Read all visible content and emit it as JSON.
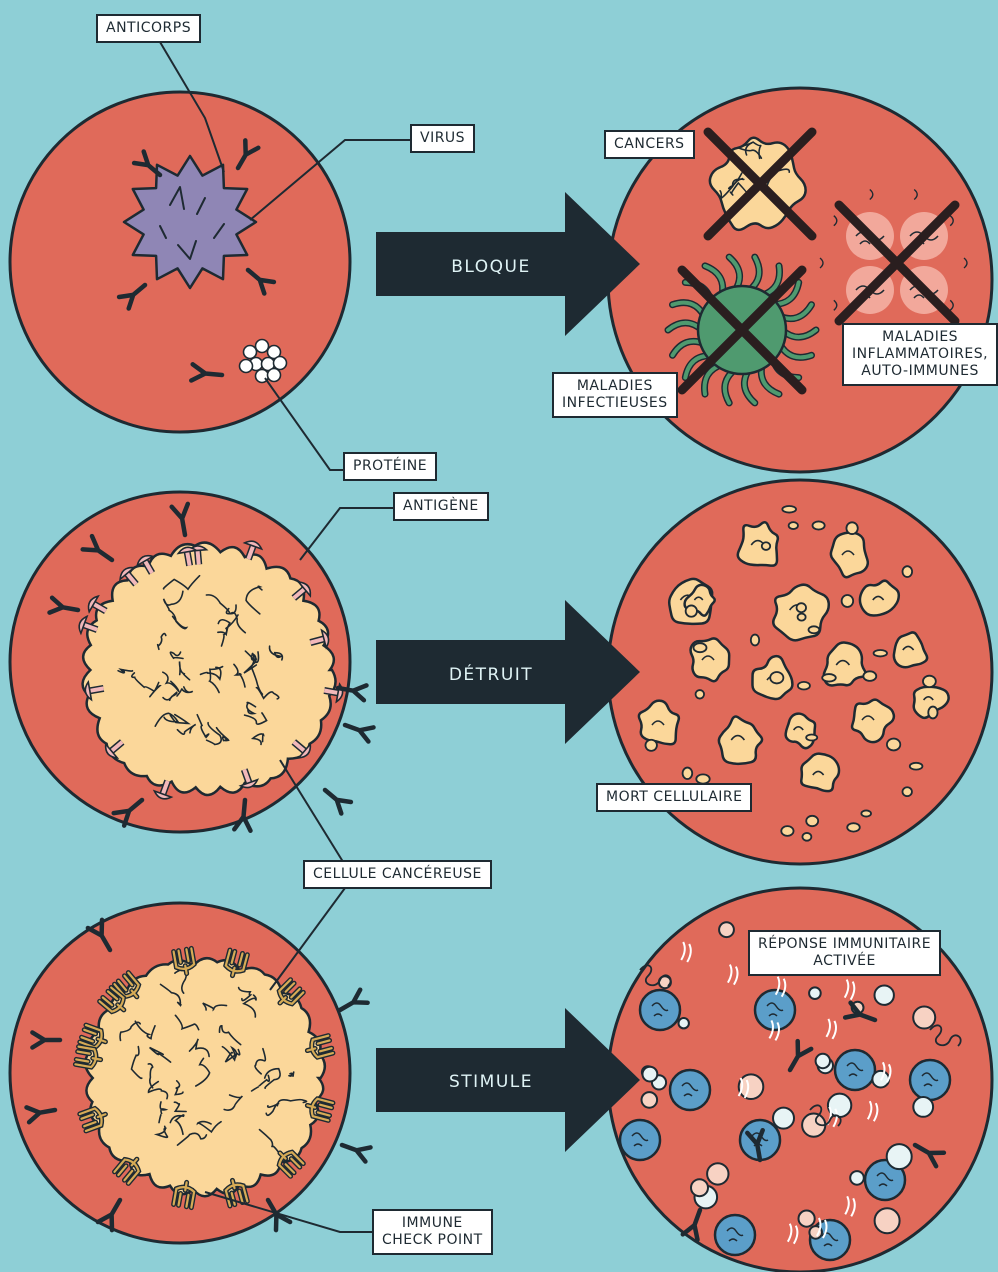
{
  "colors": {
    "background": "#8ecfd6",
    "circle": "#e06a5a",
    "cell": "#fbd79a",
    "ink": "#1e2a32",
    "virus": "#8f86b5",
    "infectious": "#4f9a6f",
    "inflammation_glow": "#f4b3a7",
    "antigen": "#f2b8ba",
    "immune_cell": "#5b9ec9",
    "label_bg": "#ffffff"
  },
  "rows": [
    {
      "verb": "BLOQUE",
      "left_labels": {
        "antibody": "ANTICORPS",
        "virus": "VIRUS",
        "protein": "PROTÉINE"
      },
      "right_labels": {
        "cancers": "CANCERS",
        "infectious": "MALADIES\nINFECTIEUSES",
        "inflammatory": "MALADIES\nINFLAMMATOIRES,\nAUTO-IMMUNES"
      }
    },
    {
      "verb": "DÉTRUIT",
      "left_labels": {
        "antigen": "ANTIGÈNE"
      },
      "right_labels": {
        "cell_death": "MORT CELLULAIRE"
      }
    },
    {
      "verb": "STIMULE",
      "left_labels": {
        "checkpoint": "IMMUNE\nCHECK POINT"
      },
      "right_labels": {
        "immune_response": "RÉPONSE IMMUNITAIRE\nACTIVÉE"
      }
    }
  ],
  "shared_labels": {
    "cancer_cell": "CELLULE CANCÉREUSE"
  }
}
